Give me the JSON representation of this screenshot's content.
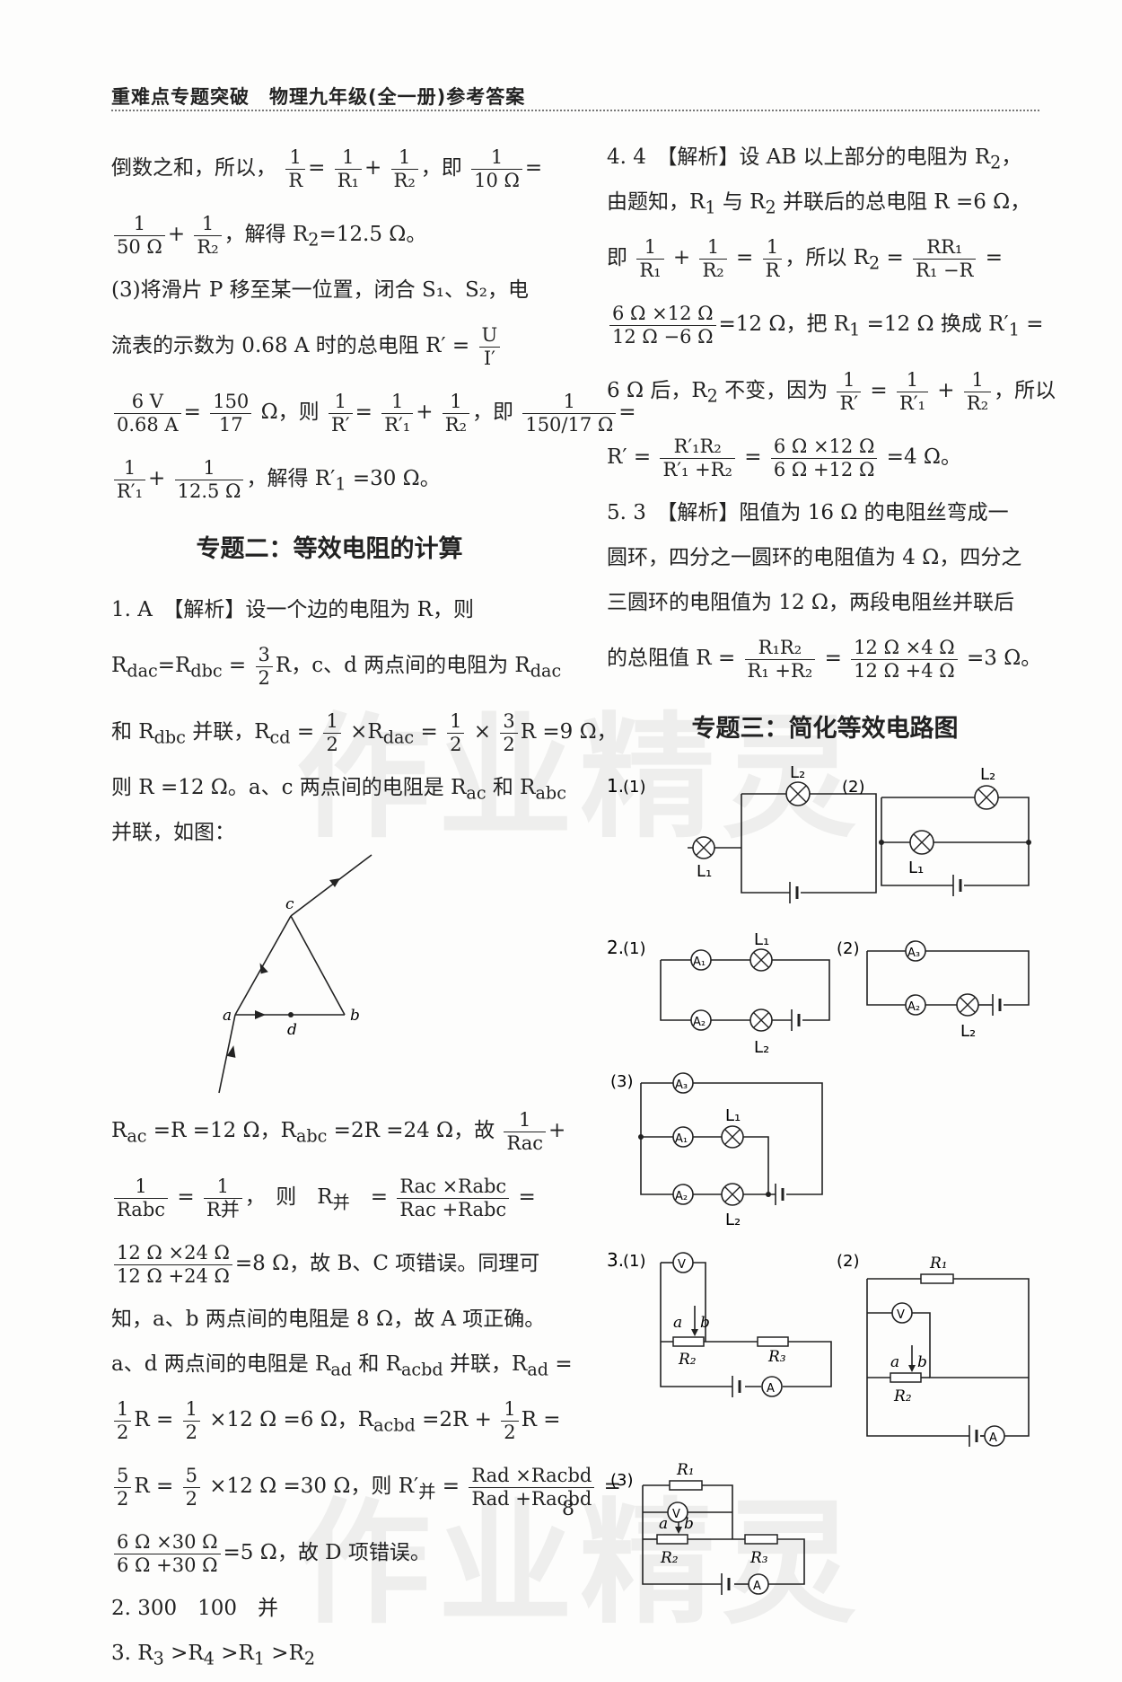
{
  "header": "重难点专题突破　物理九年级(全一册)参考答案",
  "watermark": "作业精灵",
  "page_number": "8",
  "left": {
    "l1": [
      "倒数之和，所以，",
      "，即",
      ""
    ],
    "l2": [
      "，解得 R",
      "2",
      "=12.5 Ω。"
    ],
    "l3": "(3)将滑片 P 移至某一位置，闭合 S₁、S₂，电",
    "l4": [
      "流表的示数为 0.68 A 时的总电阻 R′ ="
    ],
    "l5": [
      " Ω，则",
      "，即",
      ""
    ],
    "l6": [
      "，解得 R′",
      "1",
      " =30 Ω。"
    ],
    "section2": "专题二：等效电阻的计算",
    "q1a": [
      "1. A　【解析】设一个边的电阻为 R，则"
    ],
    "q1b": [
      "R",
      "dac",
      "=R",
      "dbc",
      " =",
      "R，c、d 两点间的电阻为 R",
      "dac"
    ],
    "q1c": [
      "和 R",
      "dbc",
      " 并联，R",
      "cd",
      " =",
      " ×R",
      "dac",
      " =",
      " ×",
      "R =9 Ω，"
    ],
    "q1d": [
      "则 R =12 Ω。a、c 两点间的电阻是 R",
      "ac",
      " 和 R",
      "abc"
    ],
    "q1e": "并联，如图：",
    "fig_labels": [
      "a",
      "b",
      "c",
      "d"
    ],
    "q1f": [
      "R",
      "ac",
      " =R =12 Ω，R",
      "abc",
      " =2R =24 Ω，故"
    ],
    "q1g": [
      " =",
      "，　则　R",
      "并",
      "　=",
      " ="
    ],
    "q1h": [
      "=8 Ω，故 B、C 项错误。同理可"
    ],
    "q1i": "知，a、b 两点间的电阻是 8 Ω，故 A 项正确。",
    "q1j": [
      "a、d 两点间的电阻是 R",
      "ad",
      " 和 R",
      "acbd",
      " 并联，R",
      "ad",
      " ="
    ],
    "q1k": [
      "R =",
      " ×12 Ω =6 Ω，R",
      "acbd",
      " =2R +",
      "R ="
    ],
    "q1l": [
      "R =",
      " ×12 Ω =30 Ω，则 R′",
      "并",
      " =",
      " ="
    ],
    "q1m": [
      "=5 Ω，故 D 项错误。"
    ],
    "q2": "2. 300　100　并",
    "q3": [
      "3. R",
      "3",
      " >R",
      "4",
      " >R",
      "1",
      " >R",
      "2"
    ]
  },
  "right": {
    "q4a": [
      "4. 4　【解析】设 AB 以上部分的电阻为 R",
      "2",
      "，"
    ],
    "q4b": [
      "由题知，R",
      "1",
      " 与 R",
      "2",
      " 并联后的总电阻 R =6 Ω，"
    ],
    "q4c": [
      "即",
      " +",
      " =",
      "，所以 R",
      "2",
      " =",
      " ="
    ],
    "q4d": [
      "=12 Ω，把 R",
      "1",
      " =12 Ω 换成 R′",
      "1",
      " ="
    ],
    "q4e": [
      "6 Ω 后，R",
      "2",
      " 不变，因为",
      " =",
      " +",
      "，所以"
    ],
    "q4f": [
      "R′ =",
      " =",
      " =4 Ω。"
    ],
    "q5a": "5. 3　【解析】阻值为 16 Ω 的电阻丝弯成一",
    "q5b": "圆环，四分之一圆环的电阻值为 4 Ω，四分之",
    "q5c": "三圆环的电阻值为 12 Ω，两段电阻丝并联后",
    "q5d": [
      "的总阻值 R =",
      " =",
      " =3 Ω。"
    ],
    "section3": "专题三：简化等效电路图",
    "c1": {
      "num": "1.",
      "p1": "(1)",
      "p2": "(2)",
      "L1": "L₁",
      "L2": "L₂"
    },
    "c2": {
      "num": "2.",
      "p1": "(1)",
      "p2": "(2)",
      "p3": "(3)",
      "A1": "A₁",
      "A2": "A₂",
      "A3": "A₃",
      "L1": "L₁",
      "L2": "L₂"
    },
    "c3": {
      "num": "3.",
      "p1": "(1)",
      "p2": "(2)",
      "p3": "(3)",
      "V": "V",
      "A": "A",
      "a": "a",
      "b": "b",
      "R1": "R₁",
      "R2": "R₂",
      "R3": "R₃"
    }
  },
  "fractions": {
    "f_1_R": [
      "1",
      "R"
    ],
    "f_1_R1": [
      "1",
      "R₁"
    ],
    "f_1_R2": [
      "1",
      "R₂"
    ],
    "f_1_10": [
      "1",
      "10 Ω"
    ],
    "f_1_50": [
      "1",
      "50 Ω"
    ],
    "f_U_I": [
      "U",
      "I′"
    ],
    "f_6_068": [
      "6 V",
      "0.68 A"
    ],
    "f_150_17": [
      "150",
      "17"
    ],
    "f_1_Rp": [
      "1",
      "R′"
    ],
    "f_1_R1p": [
      "1",
      "R′₁"
    ],
    "f_150_17_o": [
      "1",
      "150/17 Ω"
    ],
    "f_1_125": [
      "1",
      "12.5 Ω"
    ],
    "f_3_2": [
      "3",
      "2"
    ],
    "f_1_2": [
      "1",
      "2"
    ],
    "f_1_Rac": [
      "1",
      "Rac"
    ],
    "f_1_Rabc": [
      "1",
      "Rabc"
    ],
    "f_1_Rb": [
      "1",
      "R并"
    ],
    "f_RacRabc": [
      "Rac ×Rabc",
      "Rac +Rabc"
    ],
    "f_12x24": [
      "12 Ω ×24 Ω",
      "12 Ω +24 Ω"
    ],
    "f_5_2": [
      "5",
      "2"
    ],
    "f_RadRacbd": [
      "Rad ×Racbd",
      "Rad +Racbd"
    ],
    "f_6x30": [
      "6 Ω ×30 Ω",
      "6 Ω +30 Ω"
    ],
    "f_RR1": [
      "RR₁",
      "R₁ −R"
    ],
    "f_6x12m": [
      "6 Ω ×12 Ω",
      "12 Ω −6 Ω"
    ],
    "f_R1pR2": [
      "R′₁R₂",
      "R′₁ +R₂"
    ],
    "f_6x12p": [
      "6 Ω ×12 Ω",
      "6 Ω +12 Ω"
    ],
    "f_R1R2": [
      "R₁R₂",
      "R₁ +R₂"
    ],
    "f_12x4": [
      "12 Ω ×4 Ω",
      "12 Ω +4 Ω"
    ]
  }
}
